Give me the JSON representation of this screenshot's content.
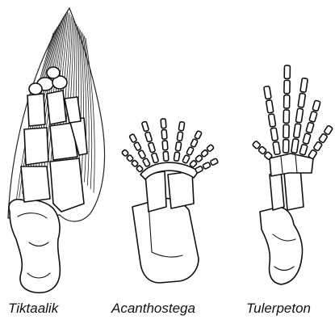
{
  "colors": {
    "background": "#ffffff",
    "ink": "#111111"
  },
  "labels": {
    "tiktaalik": "Tiktaalik",
    "acanthostega": "Acanthostega",
    "tulerpeton": "Tulerpeton"
  }
}
